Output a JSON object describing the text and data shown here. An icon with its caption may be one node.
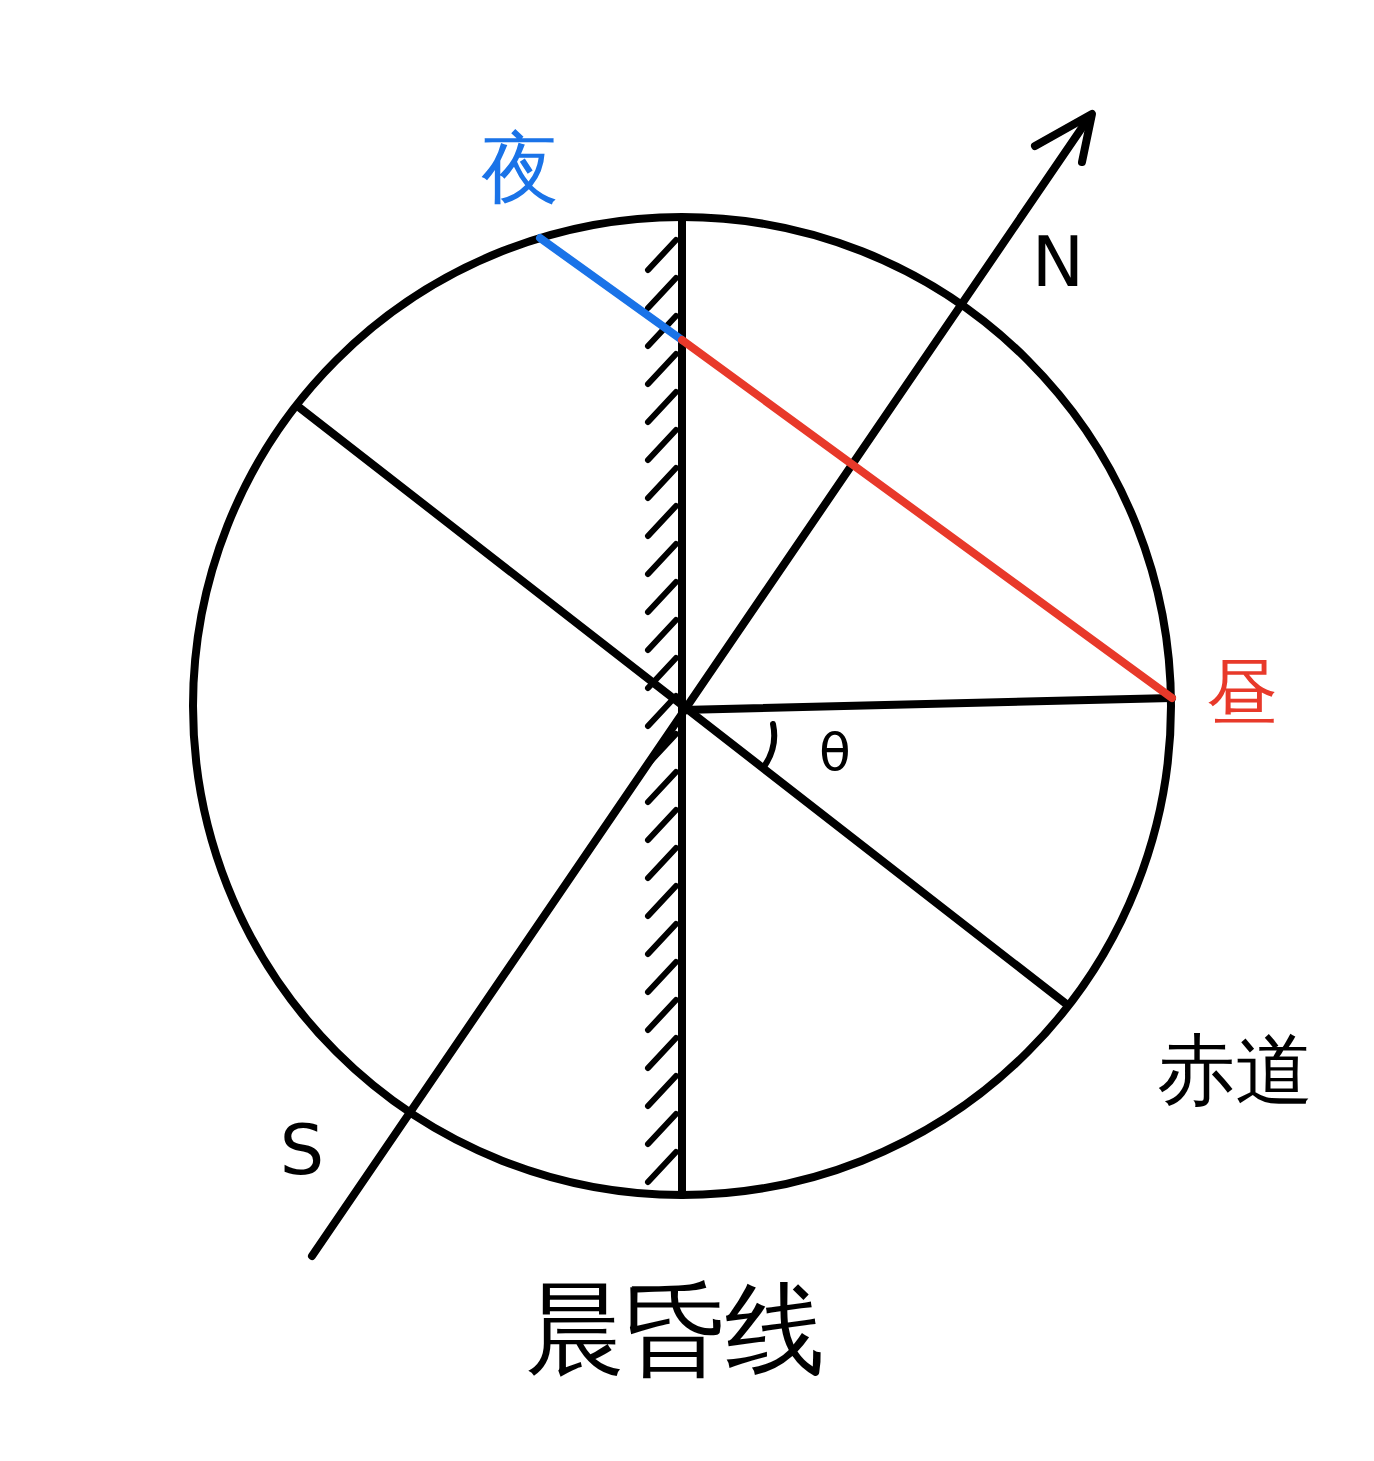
{
  "diagram": {
    "labels": [
      "夜",
      "N",
      "昼",
      "θ",
      "赤道",
      "S",
      "晨昏线"
    ]
  }
}
